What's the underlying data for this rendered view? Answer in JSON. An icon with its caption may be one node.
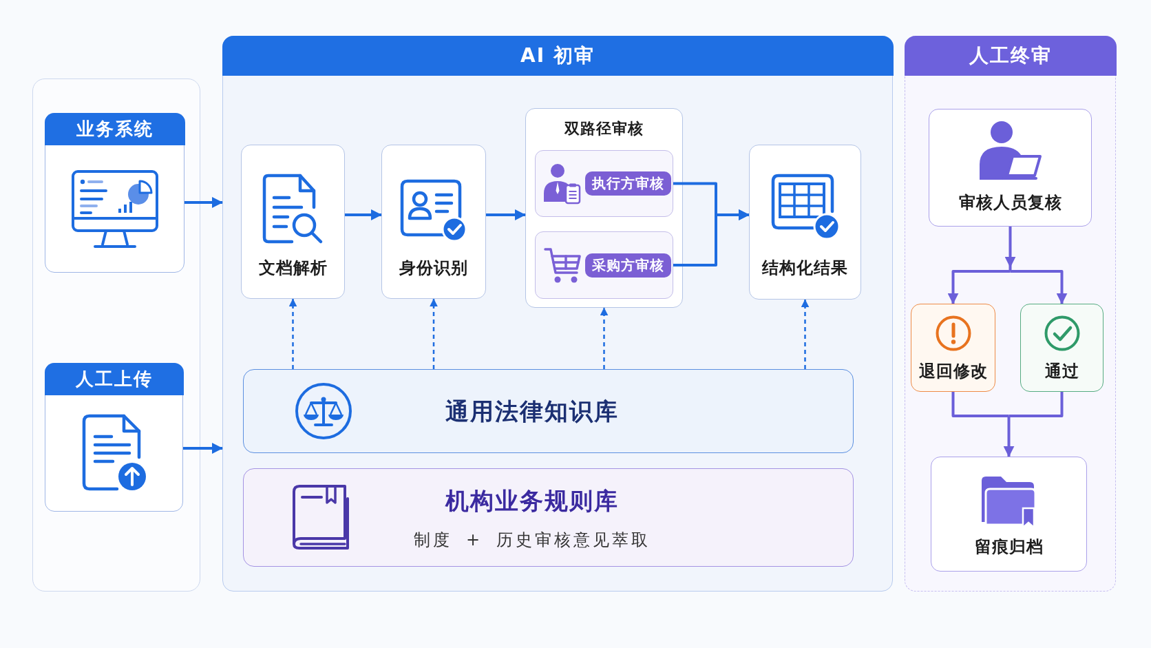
{
  "diagram": {
    "nodes": [
      {
        "text": [],
        "shape": "box"
      },
      {
        "text": [
          "业务系统"
        ],
        "in": 0
      },
      {
        "text": [
          "人工上传"
        ],
        "in": 0
      },
      {
        "text": [
          "AI 初审"
        ]
      },
      {
        "text": [
          "文档解析"
        ],
        "in": 3
      },
      {
        "text": [
          "身份识别"
        ],
        "in": 3
      },
      {
        "text": [
          "双路径审核"
        ],
        "in": 3
      },
      {
        "text": [
          "执行方审核"
        ],
        "in": 6
      },
      {
        "text": [
          "采购方审核"
        ],
        "in": 6
      },
      {
        "text": [
          "结构化结果"
        ],
        "in": 3
      },
      {
        "text": [
          "通用法律知识库"
        ],
        "in": 3
      },
      {
        "text": [
          "机构业务规则库",
          "制度 + 历史审核意见萃取"
        ],
        "in": 3
      },
      {
        "text": [
          "人工终审"
        ]
      },
      {
        "text": [
          "审核人员复核"
        ],
        "in": 12
      },
      {
        "text": [
          "退回修改"
        ],
        "in": 12
      },
      {
        "text": [
          "通过"
        ],
        "in": 12
      },
      {
        "text": [
          "留痕归档"
        ],
        "in": 12
      }
    ],
    "edges": [
      {
        "from": 1,
        "to": 3,
        "arrow": "to"
      },
      {
        "from": 2,
        "to": 3,
        "arrow": "to"
      },
      {
        "from": 4,
        "to": 5,
        "arrow": "to"
      },
      {
        "from": 5,
        "to": 6,
        "arrow": "to"
      },
      {
        "from": 7,
        "to": 9,
        "arrow": "to"
      },
      {
        "from": 8,
        "to": 9,
        "arrow": "to"
      },
      {
        "from": 10,
        "to": 4,
        "arrow": "to",
        "style": "dashed"
      },
      {
        "from": 10,
        "to": 5,
        "arrow": "to",
        "style": "dashed"
      },
      {
        "from": 10,
        "to": 6,
        "arrow": "to",
        "style": "dashed"
      },
      {
        "from": 10,
        "to": 9,
        "arrow": "to",
        "style": "dashed"
      },
      {
        "from": 13,
        "to": 14,
        "arrow": "to",
        "color": "#6b5fd9"
      },
      {
        "from": 13,
        "to": 15,
        "arrow": "to",
        "color": "#6b5fd9"
      },
      {
        "from": 14,
        "to": 16,
        "arrow": "to",
        "color": "#6b5fd9"
      },
      {
        "from": 15,
        "to": 16,
        "arrow": "to",
        "color": "#6b5fd9"
      }
    ]
  }
}
